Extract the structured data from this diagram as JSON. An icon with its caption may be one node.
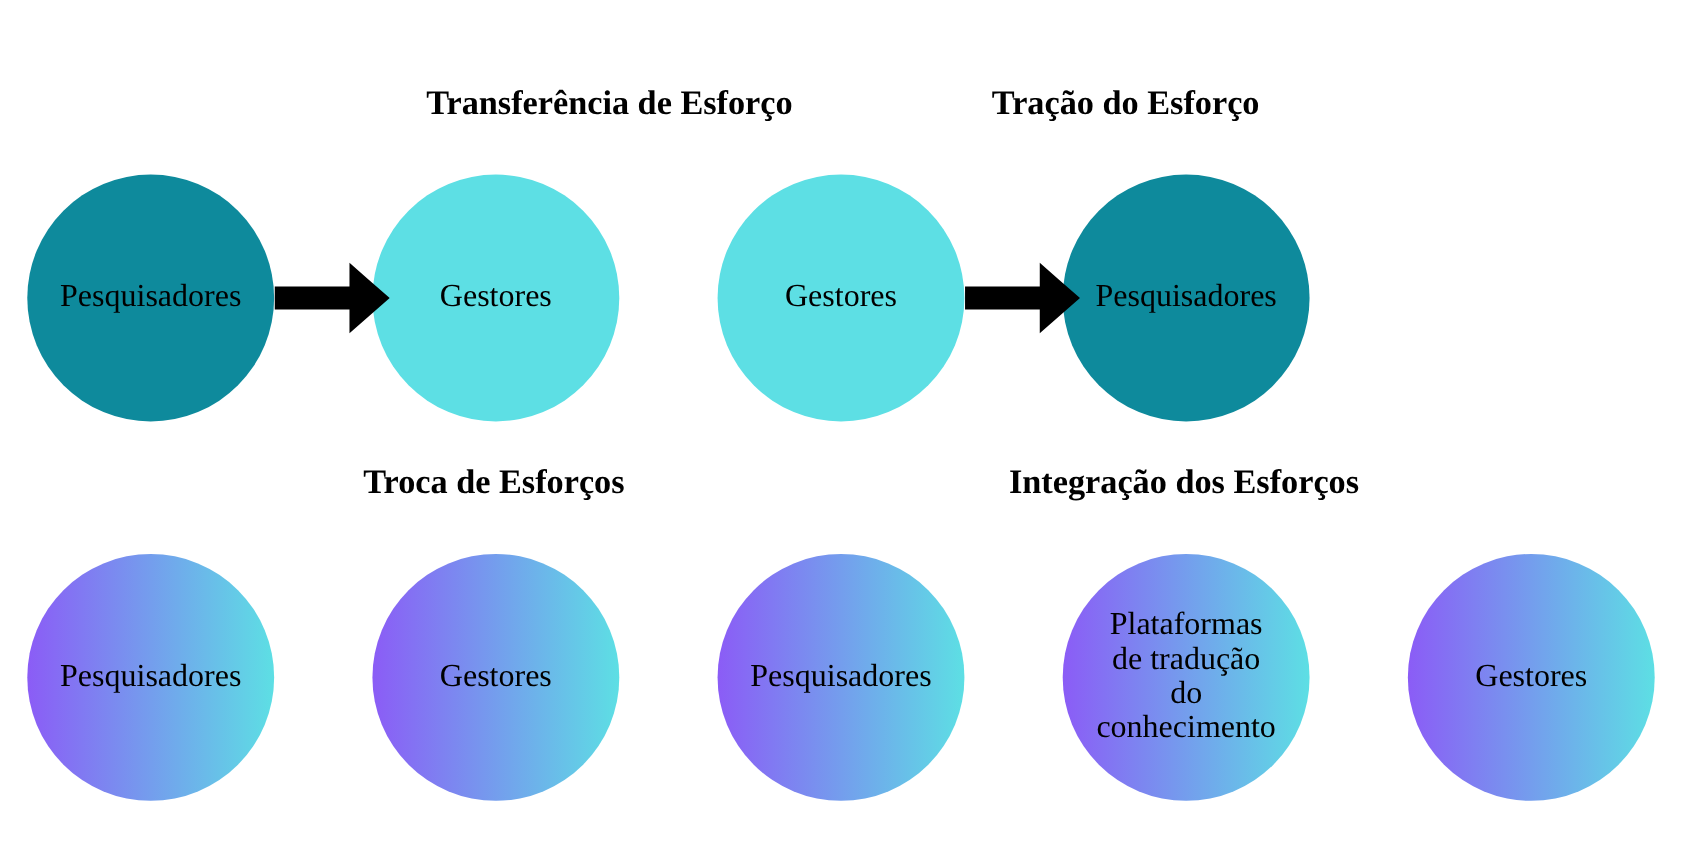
{
  "diagram": {
    "nodes": [
      {
        "text": [
          "Pesquisadores"
        ]
      },
      {
        "text": [
          "Gestores"
        ]
      },
      {
        "text": [
          "Gestores"
        ]
      },
      {
        "text": [
          "Pesquisadores"
        ]
      },
      {
        "text": [
          "Pesquisadores"
        ]
      },
      {
        "text": [
          "Gestores"
        ]
      },
      {
        "text": [
          "Pesquisadores"
        ]
      },
      {
        "text": [
          "Plataformas de tradução do conhecimento"
        ]
      },
      {
        "text": [
          "Gestores"
        ]
      }
    ],
    "edges": [
      {
        "from": 0,
        "to": 1,
        "arrow": "to"
      },
      {
        "from": 2,
        "to": 3,
        "arrow": "to"
      }
    ],
    "labels": [
      "Transferência de Esforço",
      "Tração do Esforço",
      "Troca de Esforços",
      "Integração dos Esforços"
    ]
  }
}
